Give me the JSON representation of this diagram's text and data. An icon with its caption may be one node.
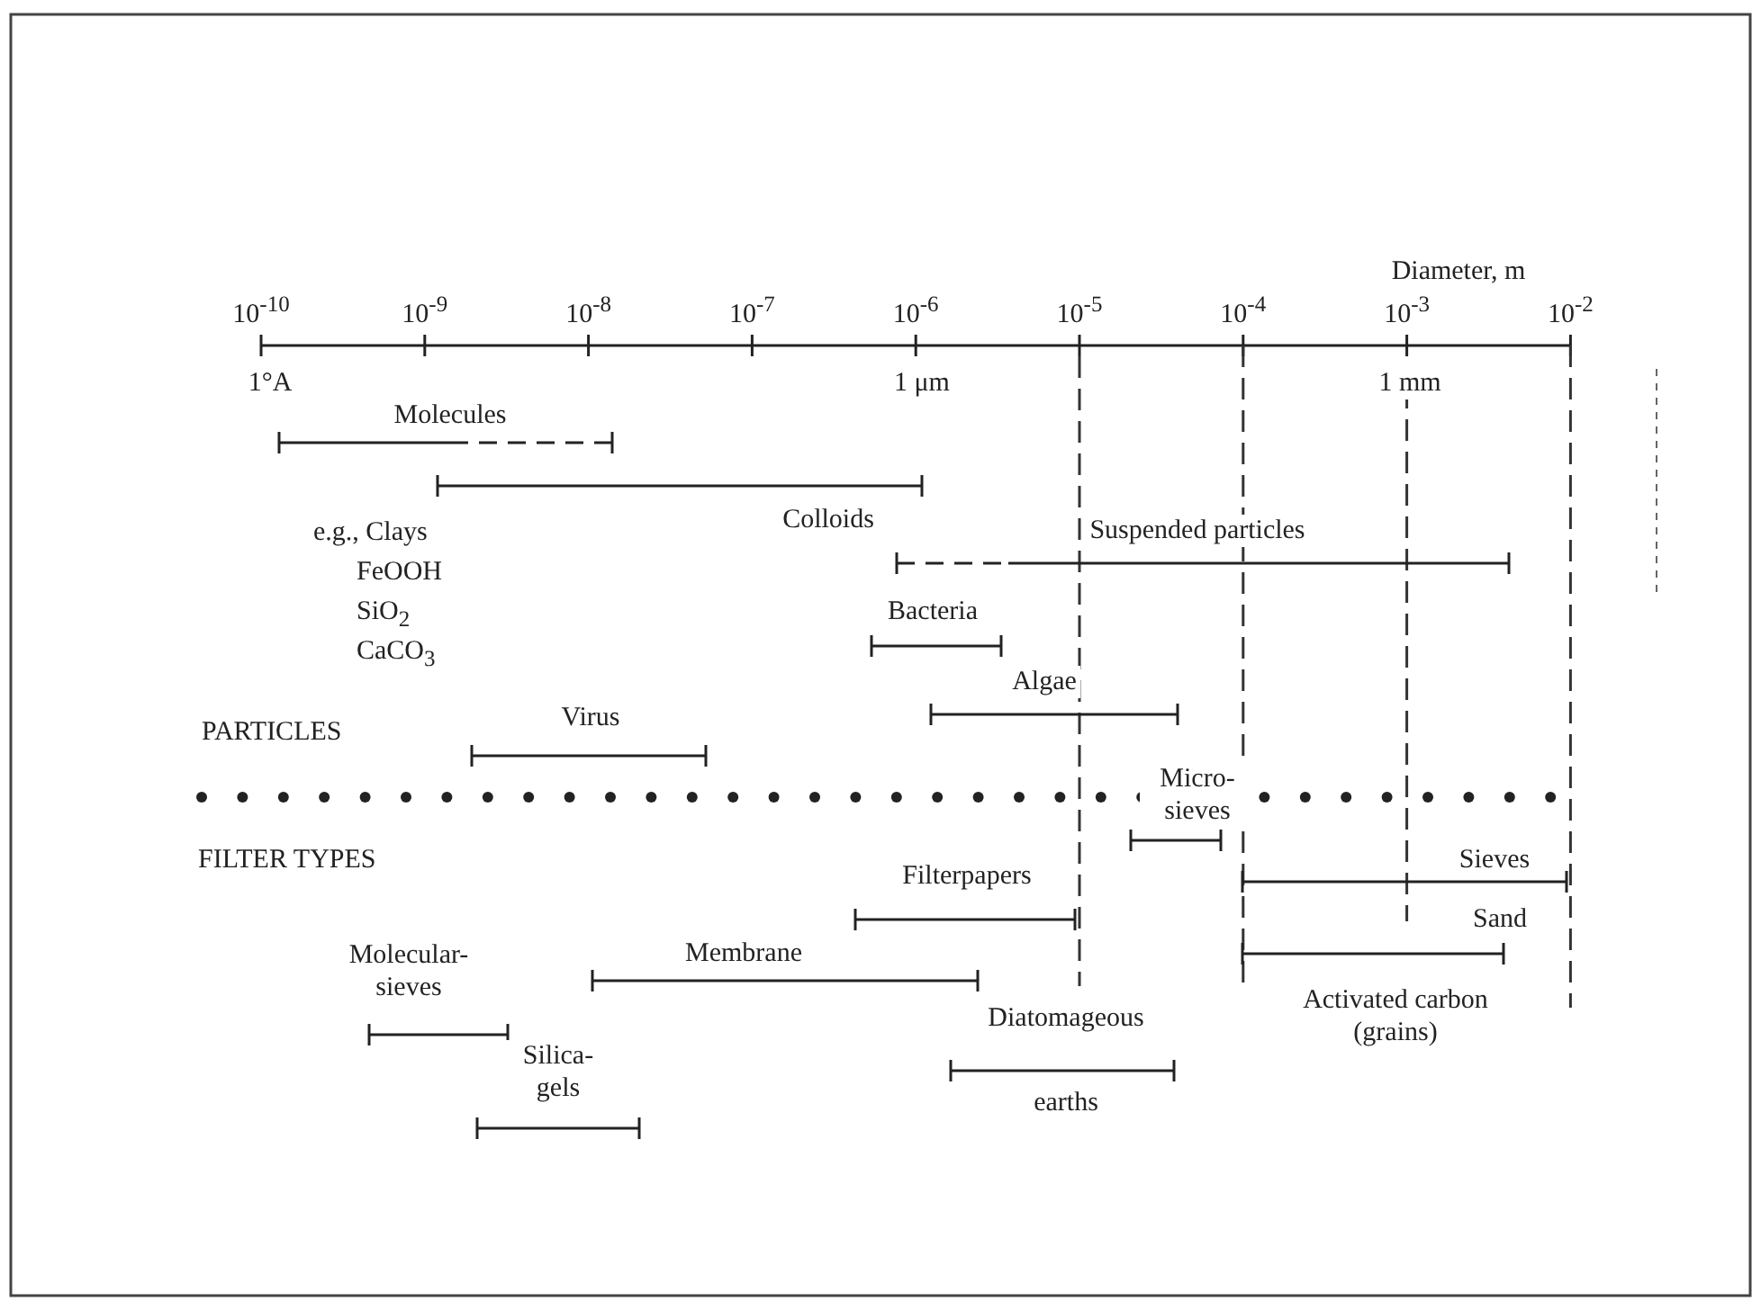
{
  "diagram": {
    "labels": [
      "Diameter, m",
      "10$^{-10}$",
      "10$^{-9}$",
      "10$^{-8}$",
      "10$^{-7}$",
      "10$^{-6}$",
      "10$^{-5}$",
      "10$^{-4}$",
      "10$^{-3}$",
      "10$^{-2}$",
      "1°A",
      "1 μm",
      "1 mm",
      "Molecules",
      "Colloids",
      "e.g., Clays",
      "FeOOH",
      "SiO$_{2}$",
      "CaCO$_{3}$",
      "Suspended particles",
      "Bacteria",
      "Algae",
      "PARTICLES",
      "Virus",
      "Micro- sieves",
      "FILTER TYPES",
      "Sieves",
      "Filterpapers",
      "Sand",
      "Membrane",
      "Molecular- sieves",
      "Activated carbon (grains)",
      "Diatomageous",
      "earths",
      "Silica- gels"
    ]
  }
}
